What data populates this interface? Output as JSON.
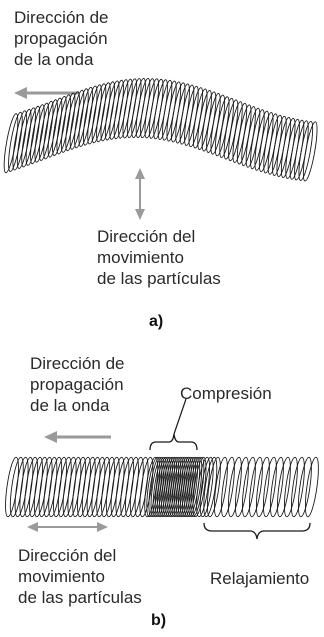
{
  "panel_a": {
    "propagation_label": "Dirección de\npropagación\nde la onda",
    "particle_label": "Dirección del\nmovimiento\nde las partículas",
    "caption": "a)"
  },
  "panel_b": {
    "propagation_label": "Dirección de\npropagación\nde la onda",
    "compression_label": "Compresión",
    "particle_label": "Dirección del\nmovimiento\nde las partículas",
    "rarefaction_label": "Relajamiento",
    "caption": "b)"
  },
  "colors": {
    "arrow": "#9a9a9a",
    "coil": "#1a1a1a"
  }
}
